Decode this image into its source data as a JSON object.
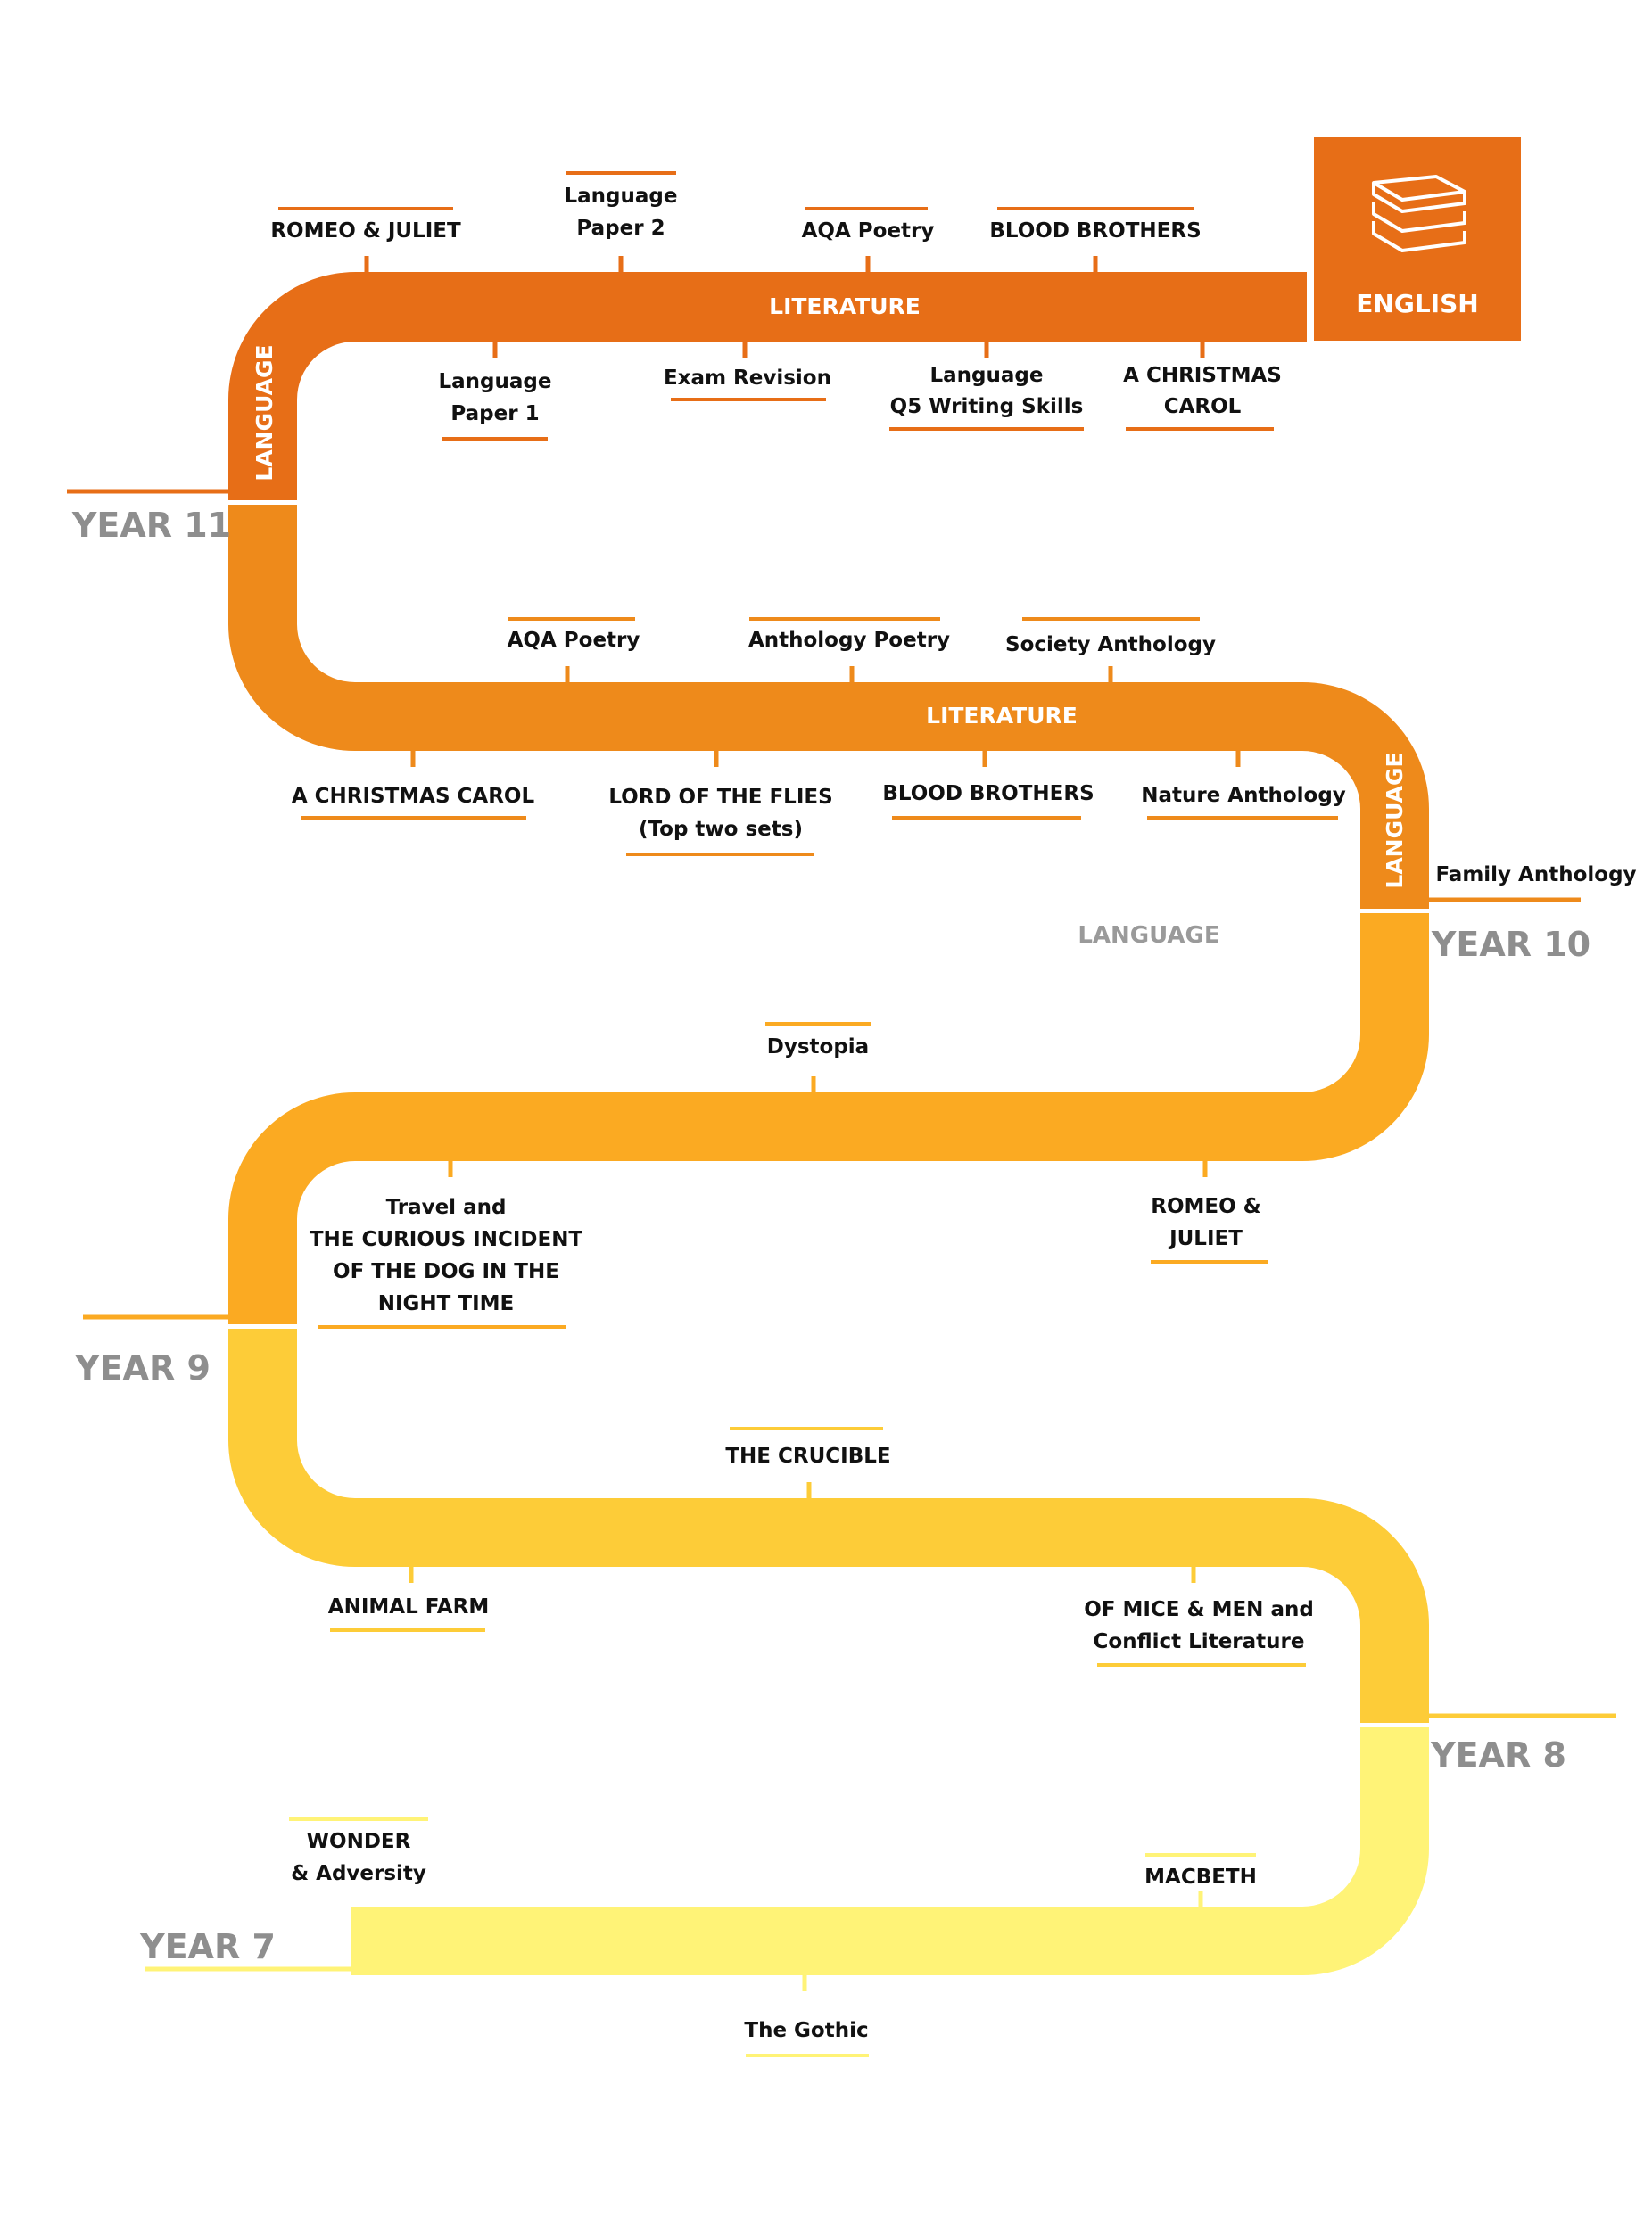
{
  "colors": {
    "year11": "#E76E17",
    "year10": "#EE8A1B",
    "year9": "#FBAA22",
    "year8": "#FDCC38",
    "year7": "#FFF377",
    "grey": "#8e8e8e"
  },
  "header": {
    "english_label": "ENGLISH",
    "icon": "books-icon"
  },
  "years": {
    "y11": "YEAR 11",
    "y10": "YEAR 10",
    "y9": "YEAR 9",
    "y8": "YEAR 8",
    "y7": "YEAR 7"
  },
  "bands": {
    "literature_top": "LITERATURE",
    "language_top": "LANGUAGE",
    "literature_mid": "LITERATURE",
    "language_mid": "LANGUAGE",
    "language_grey": "LANGUAGE"
  },
  "topics": {
    "romeo_juliet_y11": "ROMEO & JULIET",
    "lang_paper2_l1": "Language",
    "lang_paper2_l2": "Paper 2",
    "aqa_poetry_y11": "AQA Poetry",
    "blood_brothers_y11": "BLOOD BROTHERS",
    "lang_paper1_l1": "Language",
    "lang_paper1_l2": "Paper 1",
    "exam_revision": "Exam Revision",
    "q5_l1": "Language",
    "q5_l2": "Q5 Writing Skills",
    "xmas_y11_l1": "A CHRISTMAS",
    "xmas_y11_l2": "CAROL",
    "aqa_poetry_y10": "AQA Poetry",
    "anthology_poetry": "Anthology Poetry",
    "society_anthology": "Society Anthology",
    "xmas_y10": "A CHRISTMAS CAROL",
    "lotf_l1": "LORD OF THE FLIES",
    "lotf_l2": "(Top two sets)",
    "blood_brothers_y10": "BLOOD BROTHERS",
    "nature_anthology": "Nature Anthology",
    "family_anthology": "Family Anthology",
    "dystopia": "Dystopia",
    "travel_l1": "Travel and",
    "travel_l2": "THE CURIOUS INCIDENT",
    "travel_l3": "OF THE DOG IN THE",
    "travel_l4": "NIGHT TIME",
    "romeo_y9_l1": "ROMEO &",
    "romeo_y9_l2": "JULIET",
    "crucible": "THE CRUCIBLE",
    "animal_farm": "ANIMAL FARM",
    "mice_l1": "OF MICE & MEN and",
    "mice_l2": "Conflict Literature",
    "wonder_l1": "WONDER",
    "wonder_l2": "& Adversity",
    "macbeth": "MACBETH",
    "gothic": "The Gothic"
  }
}
